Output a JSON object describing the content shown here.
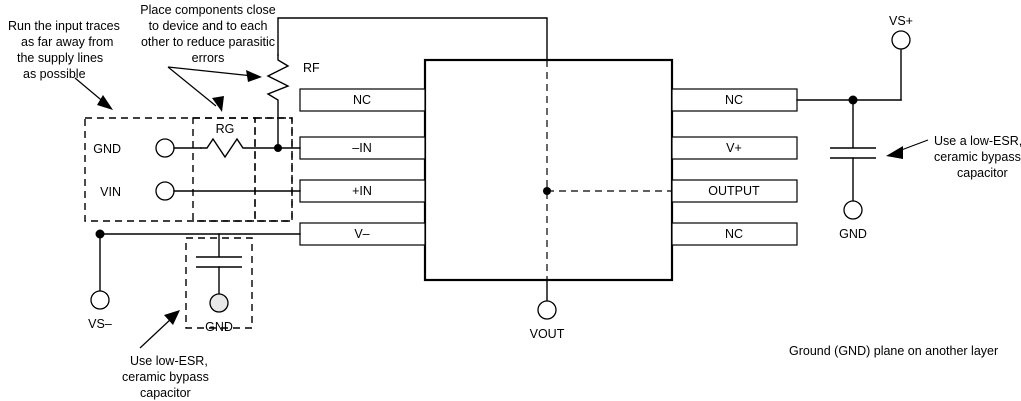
{
  "diagram": {
    "title": "Op-amp PCB layout recommendation",
    "ic": {
      "left_pins": [
        "NC",
        "–IN",
        "+IN",
        "V–"
      ],
      "right_pins": [
        "NC",
        "V+",
        "OUTPUT",
        "NC"
      ]
    },
    "components": {
      "rf_label": "RF",
      "rg_label": "RG"
    },
    "terminals": {
      "gnd_input": "GND",
      "vin": "VIN",
      "vs_minus": "VS–",
      "vs_plus": "VS+",
      "gnd_left": "GND",
      "gnd_right": "GND",
      "vout": "VOUT"
    },
    "notes": {
      "input_traces": [
        "Run the input traces",
        "as far away from",
        "the supply lines",
        "as possible"
      ],
      "place_components": [
        "Place components close",
        "to device and to each",
        "other to reduce parasitic",
        "errors"
      ],
      "bypass_right": [
        "Use a low-ESR,",
        "ceramic bypass",
        "capacitor"
      ],
      "bypass_left": [
        "Use low-ESR,",
        "ceramic bypass",
        "capacitor"
      ],
      "ground_plane": "Ground (GND) plane on another layer"
    },
    "colors": {
      "ink": "#000000",
      "background": "#ffffff",
      "terminal_fill": "#e8e8e8"
    }
  }
}
